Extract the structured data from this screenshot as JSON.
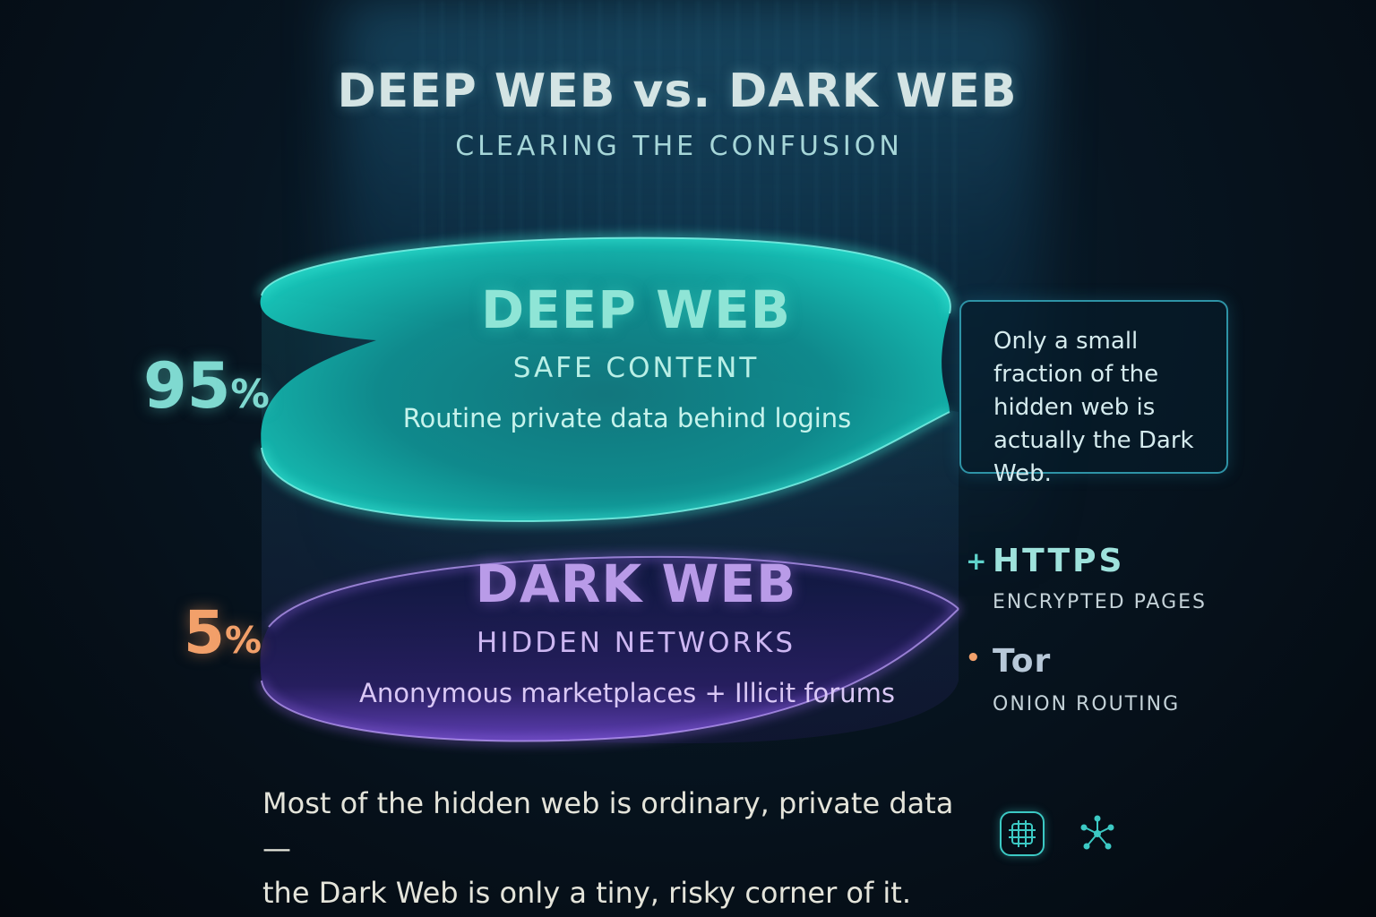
{
  "header": {
    "title": "DEEP WEB vs. DARK WEB",
    "subtitle": "CLEARING THE CONFUSION"
  },
  "layers": {
    "deep": {
      "title": "DEEP WEB",
      "subtitle": "SAFE CONTENT",
      "description": "Routine private data behind logins",
      "percent_value": "95",
      "percent_sign": "%",
      "color": "#2fd6c6"
    },
    "dark": {
      "title": "DARK WEB",
      "subtitle": "HIDDEN NETWORKS",
      "description": "Anonymous marketplaces + Illicit forums",
      "percent_value": "5",
      "percent_sign": "%",
      "color": "#8f5fe0"
    }
  },
  "callout": {
    "text": "Only a small fraction of the hidden web is actually the Dark Web."
  },
  "legend": [
    {
      "mark": "+",
      "label": "HTTPS",
      "description": "ENCRYPTED PAGES"
    },
    {
      "mark": "•",
      "label": "Tor",
      "description": "ONION ROUTING"
    }
  ],
  "footer": {
    "line1": "Most of the hidden web is ordinary, private data —",
    "line2": "the Dark Web is only a tiny, risky corner of it."
  },
  "icons": [
    "grid-icon",
    "network-icon"
  ]
}
